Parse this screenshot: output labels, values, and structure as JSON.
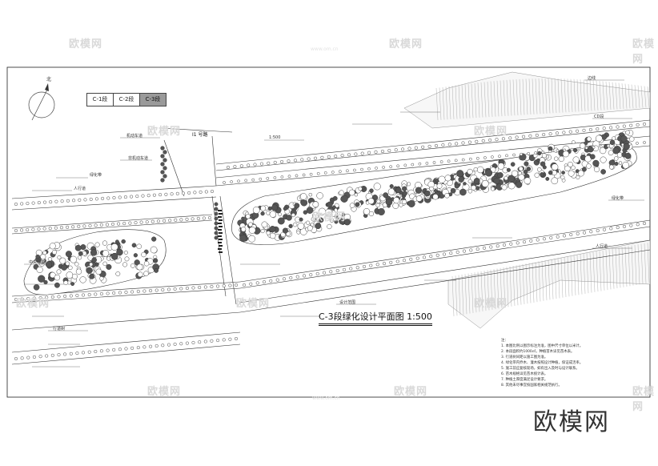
{
  "watermarks": {
    "brand": "欧模网",
    "marks": [
      "欧模网",
      "欧模网",
      "欧模网",
      "欧模网",
      "欧模网",
      "欧模网",
      "欧模网",
      "欧模网",
      "欧模网",
      "欧模网",
      "欧模网",
      "欧模网"
    ],
    "url": "www.om.cn"
  },
  "north_arrow": {
    "label": "北"
  },
  "segment_tabs": [
    "C-1段",
    "C-2段",
    "C-3段"
  ],
  "active_tab": "C-3段",
  "title": "C-3段绿化设计平面图 1:500",
  "road_label": "Ⅰ1 号路",
  "labels": [
    "绿化带",
    "人行道",
    "机动车道",
    "非机动车道",
    "中央绿带",
    "行道树",
    "1:500",
    "CD段",
    "绿化带",
    "人行道",
    "设计范围",
    "边线"
  ],
  "notes": [
    "注：",
    "1. 本图比例以图示标注为准，图中尺寸单位以米计。",
    "2. 本段面积约1000㎡，种植苗木详见苗木表。",
    "3. 行道树间距以施工图为准。",
    "4. 绿化带内乔木、灌木按照设计种植，保证成活率。",
    "5. 施工前应复核现场，如有出入及时与设计联系。",
    "6. 苗木规格详见苗木统计表。",
    "7. 种植土厚度满足设计要求。",
    "8. 其他未尽事宜按国家相关规范执行。"
  ],
  "colors": {
    "line": "#333333",
    "tree": "#555555",
    "hatch": "#999999",
    "active_tab": "#9a9a9a"
  }
}
